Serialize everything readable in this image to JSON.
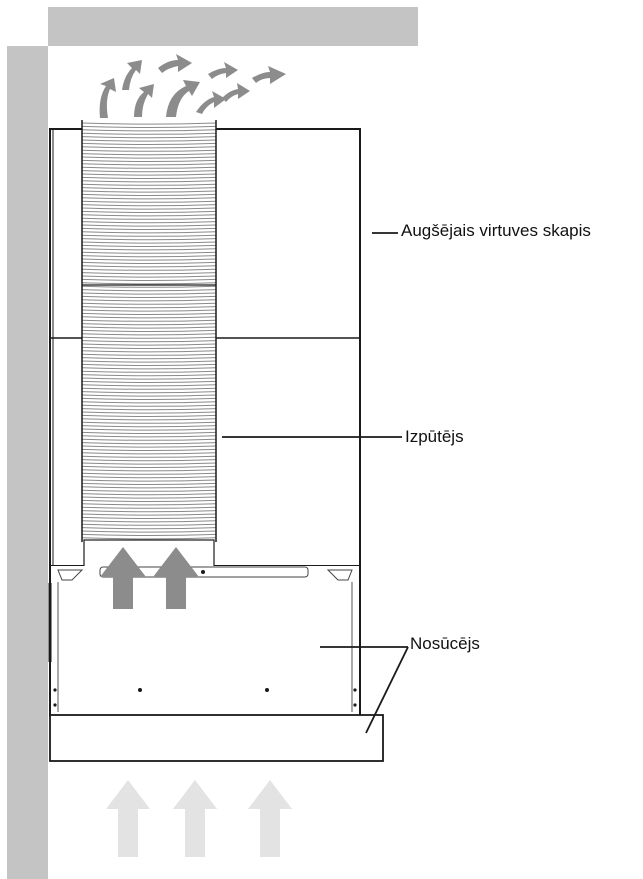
{
  "labels": {
    "upper_cabinet": "Augšējais virtuves skapis",
    "exhaust_duct": "Izpūtējs",
    "hood": "Nosūcējs"
  },
  "colors": {
    "wall": "#c4c4c4",
    "line": "#1a1a1a",
    "duct_rings": "#8a8a8a",
    "arrow_dark": "#8c8c8c",
    "arrow_light": "#e3e3e3"
  },
  "icons": {
    "exhaust_out": "curved-arrow-icon",
    "air_into_duct": "up-arrow-icon",
    "air_into_hood": "up-arrow-icon"
  }
}
